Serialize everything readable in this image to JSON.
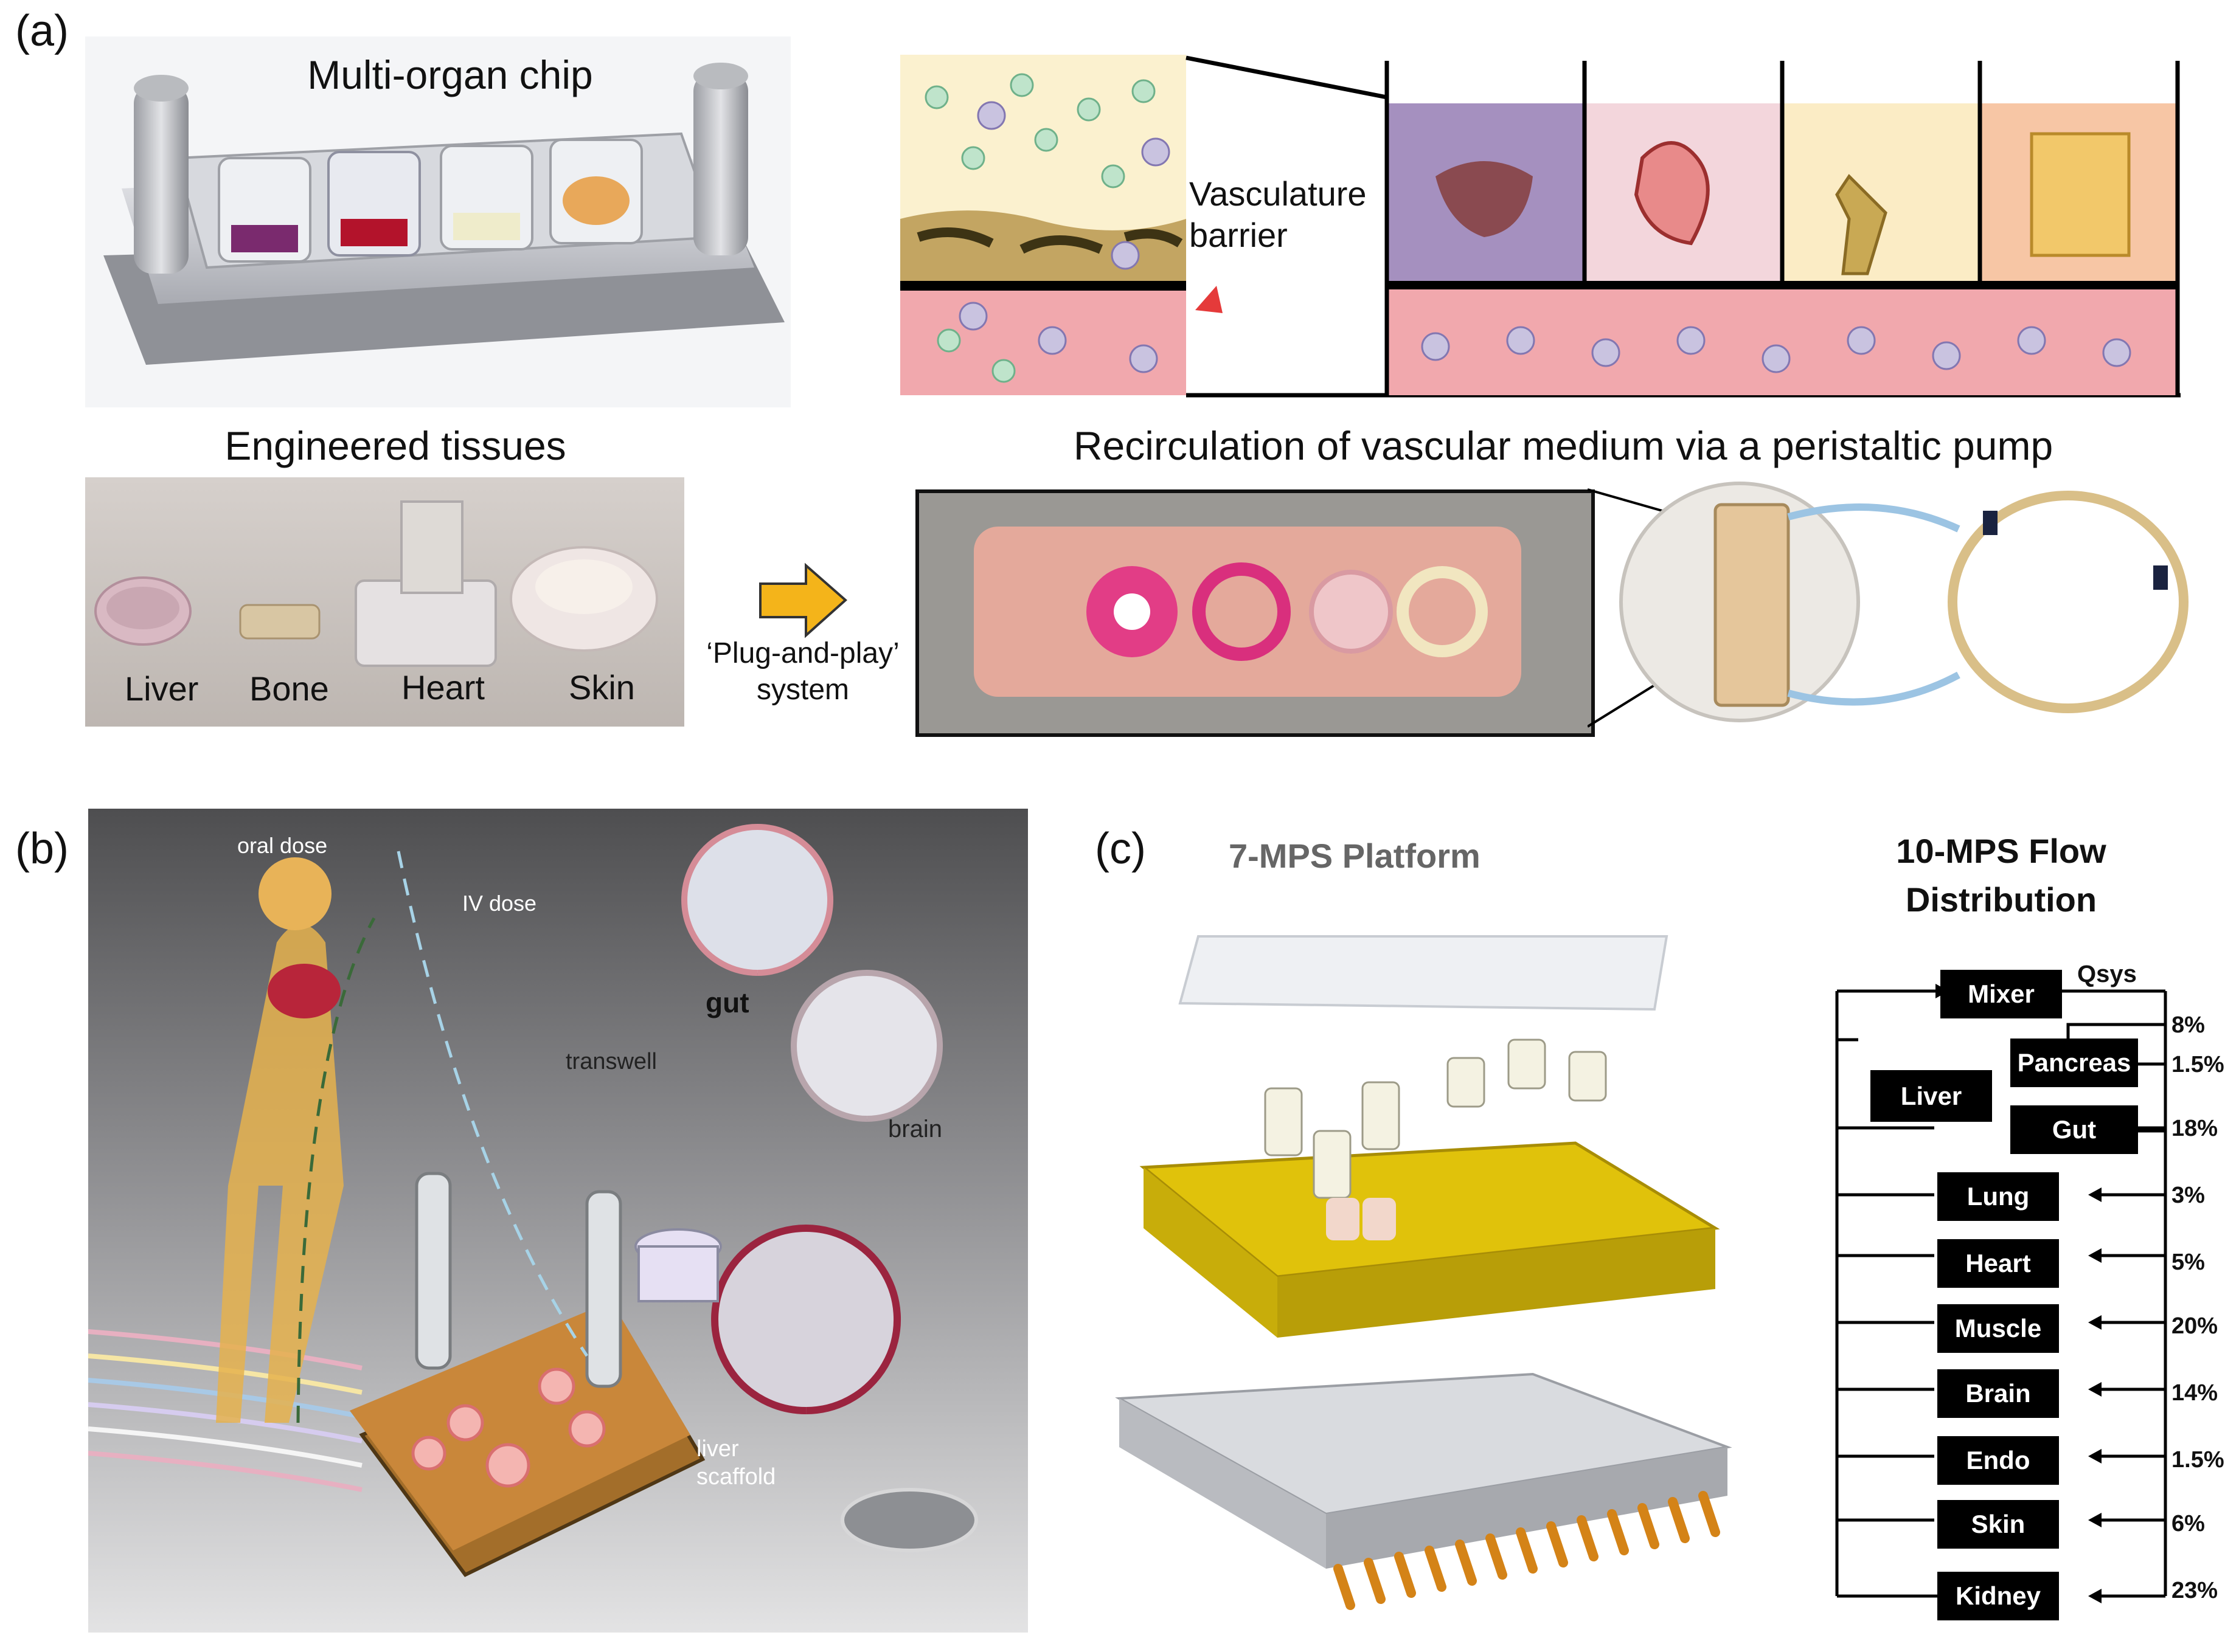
{
  "panel_a": {
    "letter": "(a)",
    "chip_title": "Multi-organ chip",
    "barrier_label_1": "Vasculature",
    "barrier_label_2": "barrier",
    "tissues_title": "Engineered tissues",
    "tissue_labels": [
      "Liver",
      "Bone",
      "Heart",
      "Skin"
    ],
    "plug_label_1": "‘Plug-and-play’",
    "plug_label_2": "system",
    "recirc_title": "Recirculation of vascular medium via a peristaltic pump"
  },
  "panel_b": {
    "letter": "(b)",
    "oral_dose": "oral dose",
    "iv_dose": "IV dose",
    "gut": "gut",
    "transwell": "transwell",
    "brain": "brain",
    "liver_scaffold_1": "liver",
    "liver_scaffold_2": "scaffold"
  },
  "panel_c": {
    "letter": "(c)",
    "platform_title": "7-MPS Platform",
    "flow_title_1": "10-MPS Flow",
    "flow_title_2": "Distribution",
    "qsys_label": "Qsys",
    "mixer": "Mixer",
    "liver": "Liver",
    "pancreas": "Pancreas",
    "gut": "Gut",
    "organs": [
      {
        "name": "Lung",
        "pct": "3%"
      },
      {
        "name": "Heart",
        "pct": "5%"
      },
      {
        "name": "Muscle",
        "pct": "20%"
      },
      {
        "name": "Brain",
        "pct": "14%"
      },
      {
        "name": "Endo",
        "pct": "1.5%"
      },
      {
        "name": "Skin",
        "pct": "6%"
      },
      {
        "name": "Kidney",
        "pct": "23%"
      }
    ],
    "mixer_pct": "8%",
    "pancreas_pct": "1.5%",
    "gut_pct": "18%"
  }
}
